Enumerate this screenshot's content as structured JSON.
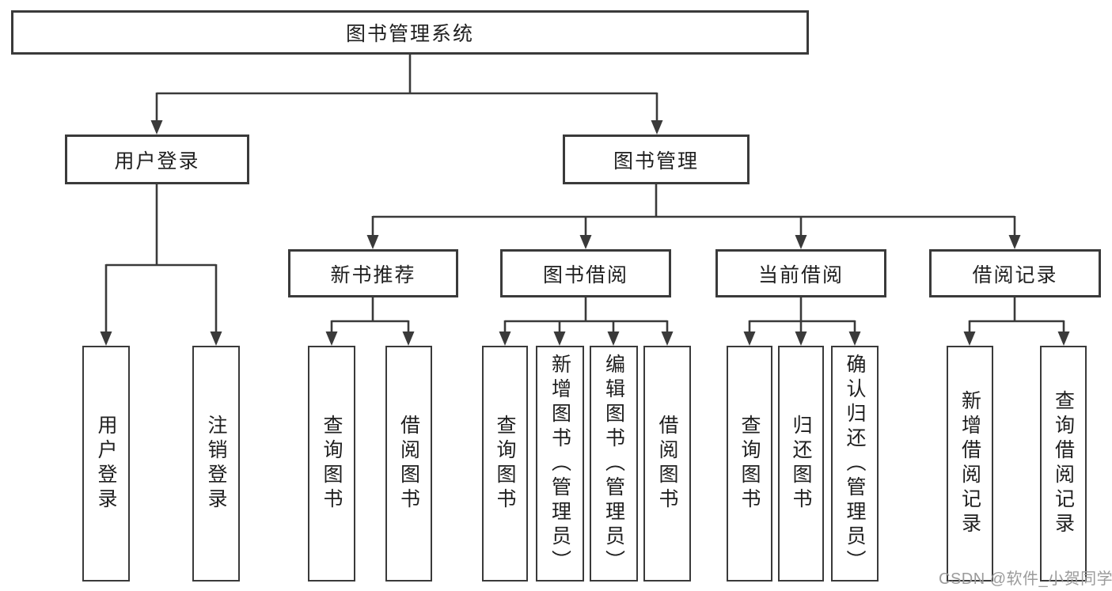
{
  "diagram": {
    "title": "图书管理系统",
    "level2": [
      {
        "label": "用户登录"
      },
      {
        "label": "图书管理"
      }
    ],
    "level3": [
      {
        "label": "新书推荐",
        "parent": "图书管理"
      },
      {
        "label": "图书借阅",
        "parent": "图书管理"
      },
      {
        "label": "当前借阅",
        "parent": "图书管理"
      },
      {
        "label": "借阅记录",
        "parent": "图书管理"
      }
    ],
    "leaves": [
      {
        "label": "用户登录",
        "parent": "用户登录"
      },
      {
        "label": "注销登录",
        "parent": "用户登录"
      },
      {
        "label": "查询图书",
        "parent": "新书推荐"
      },
      {
        "label": "借阅图书",
        "parent": "新书推荐"
      },
      {
        "label": "查询图书",
        "parent": "图书借阅"
      },
      {
        "label": "新增图书（管理员）",
        "parent": "图书借阅"
      },
      {
        "label": "编辑图书（管理员）",
        "parent": "图书借阅"
      },
      {
        "label": "借阅图书",
        "parent": "图书借阅"
      },
      {
        "label": "查询图书",
        "parent": "当前借阅"
      },
      {
        "label": "归还图书",
        "parent": "当前借阅"
      },
      {
        "label": "确认归还（管理员）",
        "parent": "当前借阅"
      },
      {
        "label": "新增借阅记录",
        "parent": "借阅记录"
      },
      {
        "label": "查询借阅记录",
        "parent": "借阅记录"
      }
    ],
    "watermark": "CSDN @软件_小贺同学",
    "colors": {
      "line": "#3a3a3a",
      "box-fill": "#ffffff",
      "text": "#1f1f1f",
      "watermark": "#9b9b9b",
      "background": "#ffffff"
    }
  }
}
